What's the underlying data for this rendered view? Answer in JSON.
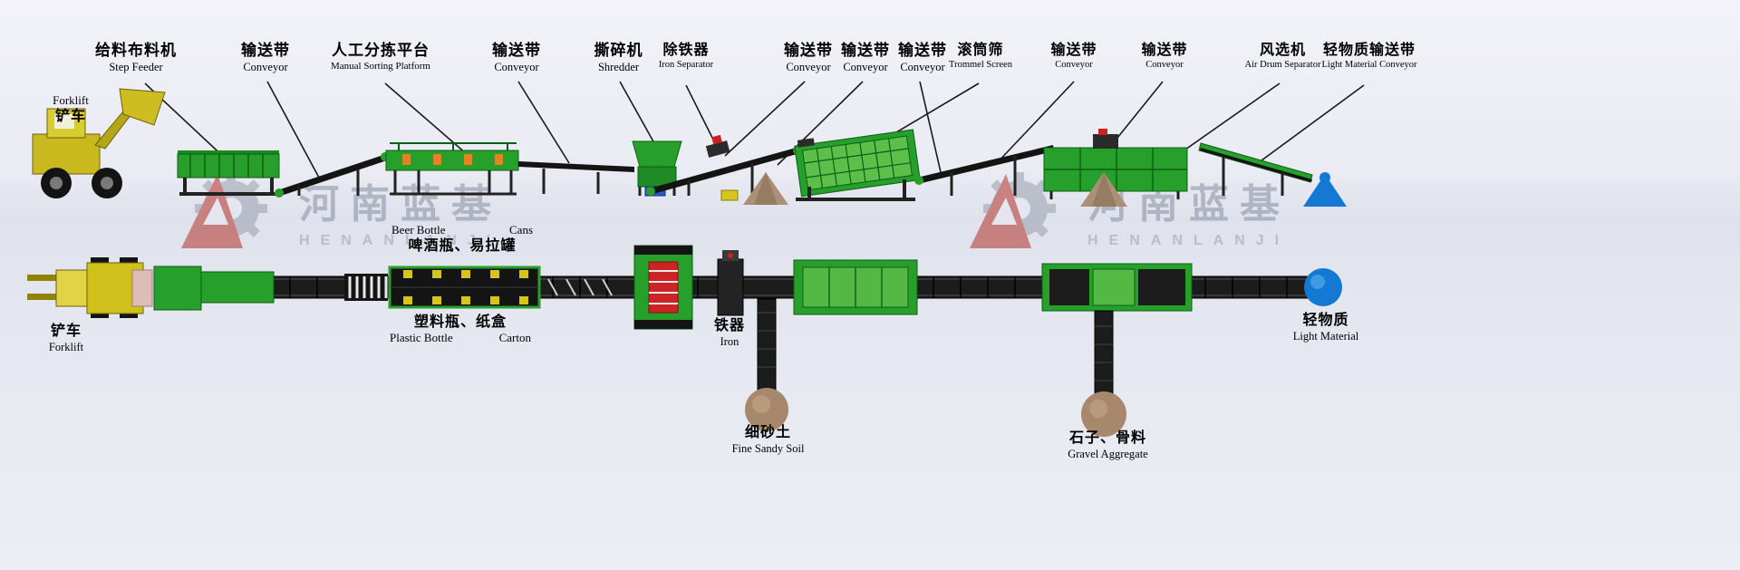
{
  "watermark": {
    "zh": "河南蓝基",
    "en": "HENANLANJI"
  },
  "top_labels": {
    "step_feeder": {
      "zh": "给料布料机",
      "en": "Step Feeder"
    },
    "forklift": {
      "en": "Forklift",
      "zh": "铲车"
    },
    "conveyor_1": {
      "zh": "输送带",
      "en": "Conveyor"
    },
    "manual_sorting_platform": {
      "zh": "人工分拣平台",
      "en": "Manual Sorting Platform"
    },
    "conveyor_2": {
      "zh": "输送带",
      "en": "Conveyor"
    },
    "shredder": {
      "zh": "撕碎机",
      "en": "Shredder"
    },
    "iron_separator": {
      "zh": "除铁器",
      "en": "Iron Separator"
    },
    "conveyor_3": {
      "zh": "输送带",
      "en": "Conveyor"
    },
    "conveyor_4": {
      "zh": "输送带",
      "en": "Conveyor"
    },
    "conveyor_5": {
      "zh": "输送带",
      "en": "Conveyor"
    },
    "trommel_screen": {
      "zh": "滚筒筛",
      "en": "Trommel Screen"
    },
    "conveyor_6": {
      "zh": "输送带",
      "en": "Conveyor"
    },
    "conveyor_7": {
      "zh": "输送带",
      "en": "Conveyor"
    },
    "air_drum_separator": {
      "zh": "风选机",
      "en": "Air Drum Separator"
    },
    "light_material_conveyor": {
      "zh": "轻物质输送带",
      "en": "Light Material Conveyor"
    }
  },
  "bottom_labels": {
    "beer_cans": {
      "en_left": "Beer Bottle",
      "en_right": "Cans",
      "zh": "啤酒瓶、易拉罐"
    },
    "plastic_carton": {
      "zh": "塑料瓶、纸盒",
      "en_left": "Plastic Bottle",
      "en_right": "Carton"
    },
    "iron": {
      "zh": "铁器",
      "en": "Iron"
    },
    "forklift": {
      "zh": "铲车",
      "en": "Forklift"
    },
    "fine_sandy_soil": {
      "zh": "细砂土",
      "en": "Fine Sandy Soil"
    },
    "gravel_aggregate": {
      "zh": "石子、骨料",
      "en": "Gravel Aggregate"
    },
    "light_material": {
      "zh": "轻物质",
      "en": "Light Material"
    }
  }
}
